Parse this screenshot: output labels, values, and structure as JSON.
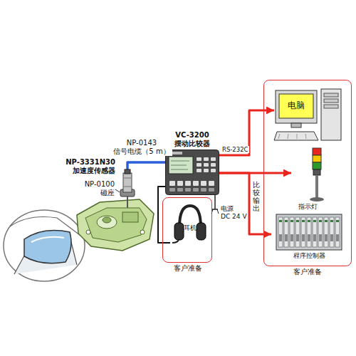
{
  "diagram": {
    "nodes": [
      {
        "text": [
          "NP-3331N30 加速度传感器"
        ]
      },
      {
        "text": [
          "VC-3200 摆动比较器"
        ]
      },
      {
        "text": [
          "客户准备"
        ]
      },
      {
        "text": [
          "耳机"
        ],
        "in": 2
      },
      {
        "text": [
          "客户准备"
        ]
      },
      {
        "text": [
          "电脑"
        ],
        "in": 4
      },
      {
        "text": [
          "指示灯"
        ],
        "in": 4
      },
      {
        "text": [
          "程序控制器"
        ],
        "in": 4
      }
    ],
    "edges": [
      {
        "from": 0,
        "to": 1,
        "arrow": "none",
        "label": "NP-0143 信号电缆（5 m）"
      },
      {
        "from": 1,
        "to": 3,
        "arrow": "none"
      },
      {
        "from": 1,
        "to": 5,
        "arrow": "to",
        "label": "RS-232C"
      },
      {
        "from": 1,
        "to": 6,
        "arrow": "to"
      },
      {
        "from": 1,
        "to": 7,
        "arrow": "to"
      }
    ],
    "labels": [
      "NP-0100 磁座",
      "电源 DC 24 V",
      "比较输出"
    ]
  }
}
